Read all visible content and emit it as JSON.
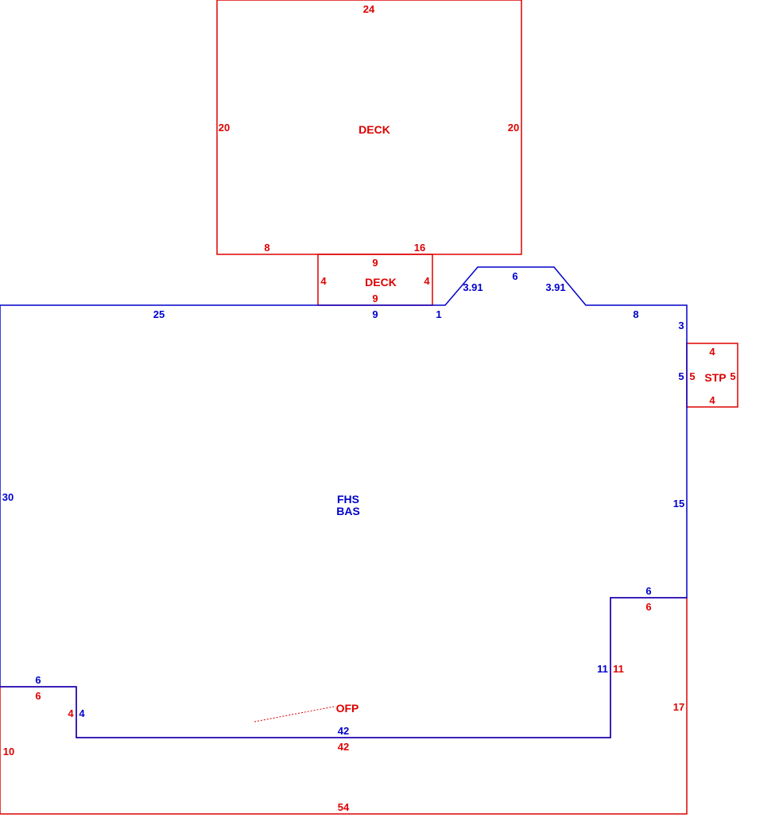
{
  "colors": {
    "main_structure": "#0000cc",
    "additions": "#dd0000",
    "background": "#ffffff"
  },
  "areas": {
    "deck_large": "DECK",
    "deck_small": "DECK",
    "stoop": "STP",
    "main_line1": "FHS",
    "main_line2": "BAS",
    "porch": "OFP"
  },
  "deck_large_dims": {
    "top": "24",
    "left": "20",
    "right": "20",
    "bottom_left": "8",
    "bottom_right": "16"
  },
  "deck_small_dims": {
    "top": "9",
    "left": "4",
    "right": "4",
    "bottom": "9"
  },
  "main_dims": {
    "top_left": "25",
    "top_mid": "9",
    "top_step": "1",
    "bay_left": "3.91",
    "bay_top": "6",
    "bay_right": "3.91",
    "top_right": "8",
    "right_upper": "3",
    "right_stoop": "5",
    "right_lower": "15",
    "notch_top": "6",
    "notch_side": "11",
    "bottom": "42",
    "left_step_side": "4",
    "left_step_top": "6",
    "left": "30"
  },
  "stoop_dims": {
    "top": "4",
    "left": "5",
    "right": "5",
    "bottom": "4"
  },
  "porch_dims": {
    "top_right": "6",
    "notch_side": "11",
    "right": "17",
    "top_inner": "42",
    "left_step_side": "4",
    "left_step_top": "6",
    "left": "10",
    "bottom": "54"
  }
}
